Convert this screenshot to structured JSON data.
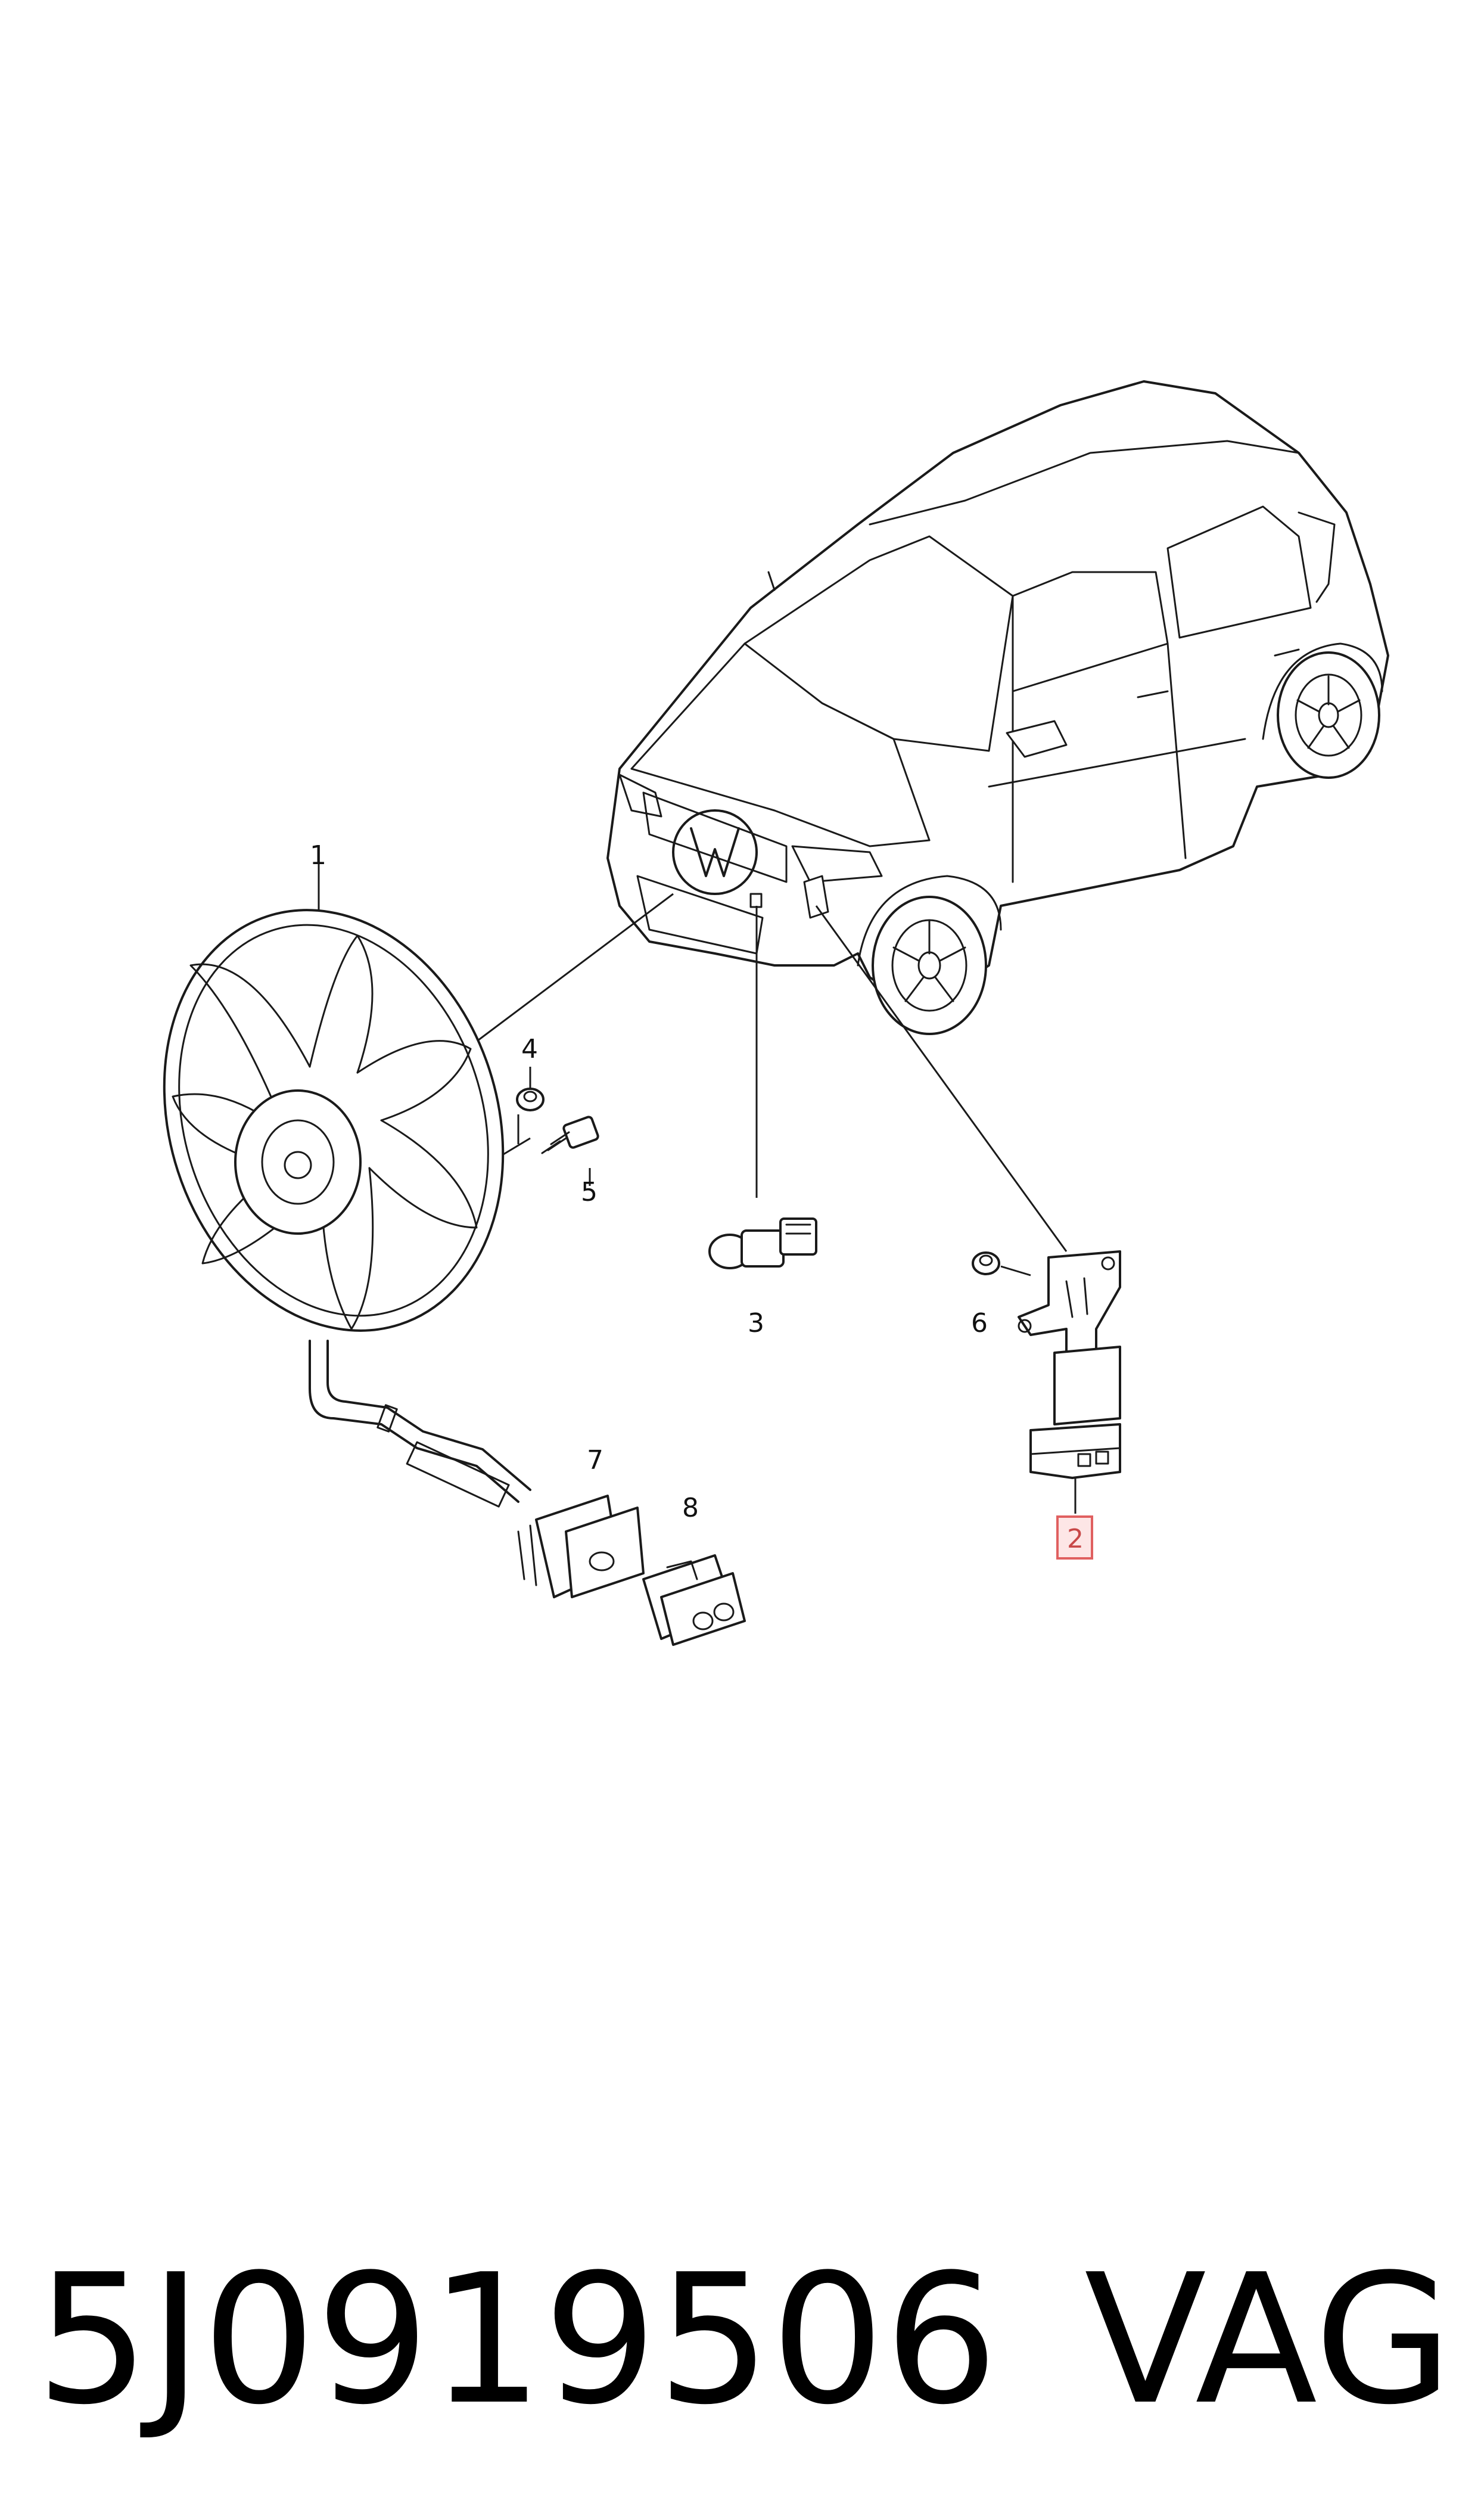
{
  "parts": [
    {
      "id": "1",
      "label": "1",
      "name": "radiator fan"
    },
    {
      "id": "2",
      "label": "2",
      "name": "fan control module",
      "highlighted": true
    },
    {
      "id": "3",
      "label": "3",
      "name": "sensor"
    },
    {
      "id": "4",
      "label": "4",
      "name": "nut"
    },
    {
      "id": "5",
      "label": "5",
      "name": "bolt"
    },
    {
      "id": "6",
      "label": "6",
      "name": "nut"
    },
    {
      "id": "7",
      "label": "7",
      "name": "connector"
    },
    {
      "id": "8",
      "label": "8",
      "name": "connector housing"
    }
  ],
  "footer": {
    "part_number": "5J0919506",
    "brand": "VAG"
  },
  "colors": {
    "line": "#1a1a1a",
    "highlight_fill": "#fde6e6",
    "highlight_stroke": "#e06060",
    "highlight_text": "#c84848"
  }
}
